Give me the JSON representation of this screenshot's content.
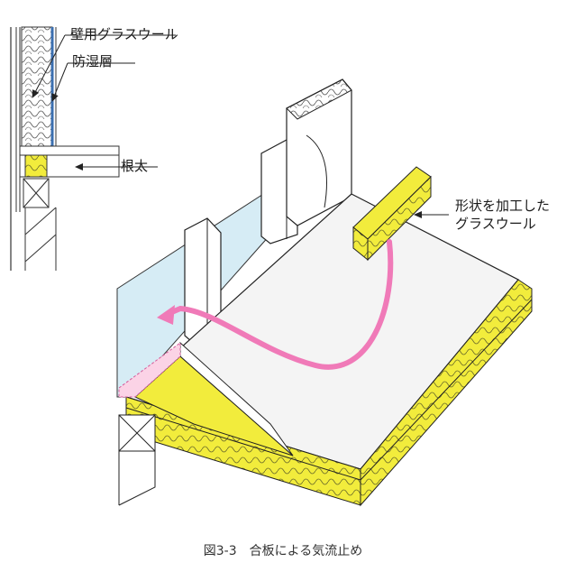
{
  "labels": {
    "wall_glass_wool": "壁用グラスウール",
    "vapor_barrier": "防湿層",
    "joist": "根太",
    "shaped_glass_wool_line1": "形状を加工した",
    "shaped_glass_wool_line2": "グラスウール"
  },
  "caption": "図3-3　合板による気流止め",
  "colors": {
    "insulation_yellow": "#f2ec3c",
    "airflow_pink": "#f07ab8",
    "sheathing_blue": "#d6ecf5",
    "vapor_barrier_blue": "#3b6fb0",
    "line": "#2a2a2a"
  }
}
